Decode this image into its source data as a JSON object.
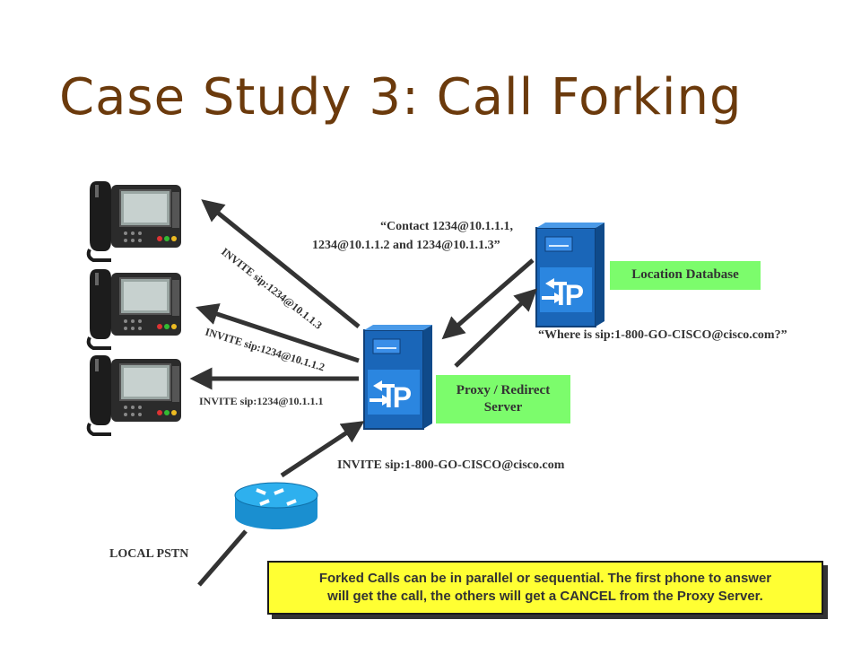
{
  "title": "Case Study 3: Call Forking",
  "labels": {
    "contact_line1": "“Contact 1234@10.1.1.1,",
    "contact_line2": "1234@10.1.1.2 and 1234@10.1.1.3”",
    "where_is": "“Where is sip:1-800-GO-CISCO@cisco.com?”",
    "invite_3": "INVITE  sip:1234@10.1.1.3",
    "invite_2": "INVITE  sip:1234@10.1.1.2",
    "invite_1": "INVITE  sip:1234@10.1.1.1",
    "invite_main": "INVITE sip:1-800-GO-CISCO@cisco.com",
    "local_pstn": "LOCAL PSTN"
  },
  "boxes": {
    "location_db": "Location Database",
    "proxy_line1": "Proxy / Redirect",
    "proxy_line2": "Server"
  },
  "server_logo_text": "IP",
  "note": {
    "line1": "Forked Calls can be in parallel or sequential.  The first phone to answer",
    "line2": "will get the call, the others will get a CANCEL from the Proxy Server."
  },
  "colors": {
    "title": "#6b3a0c",
    "box_fill": "#7cfc6c",
    "note_fill": "#ffff33",
    "server_blue": "#1e7fd6",
    "router_blue": "#1aa0e0"
  }
}
